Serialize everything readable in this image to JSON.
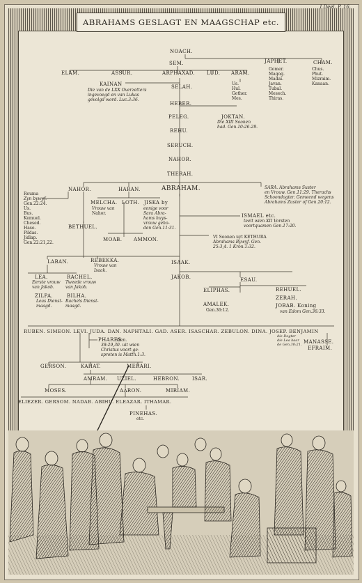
{
  "header": {
    "title": "ABRAHAMS GESLAGT EN MAAGSCHAP etc.",
    "volume": "I Deel. P. 16."
  },
  "tree": {
    "noach": "NOACH.",
    "sem": "SEM.",
    "japhet": "JAPHET.",
    "cham": "CHAM.",
    "elam": "ELAM.",
    "assur": "ASSUR.",
    "arphaxad": "ARPHAXAD.",
    "lud": "LUD.",
    "aram": "ARAM.",
    "japhet_sons": [
      "Gomer.",
      "Magog.",
      "Madai.",
      "Javan.",
      "Tubal.",
      "Mesech.",
      "Thiras."
    ],
    "cham_sons": [
      "Chus.",
      "Phut.",
      "Mizraim.",
      "Kanaan."
    ],
    "aram_sons": [
      "Us.",
      "Hul.",
      "Gether.",
      "Mes."
    ],
    "kainan": "KAINAN",
    "kainan_note": [
      "Die van de LXX Overzetters",
      "ingevoegd en van Lukas",
      "gevolgd word. Luc.3:36."
    ],
    "selah": "SELAH.",
    "heber": "HEBER.",
    "peleg": "PELEG.",
    "joktan": "JOKTAN.",
    "joktan_note": [
      "Die XIII Soonen",
      "had. Gen.10:26-29."
    ],
    "rehu": "REHU.",
    "seruch": "SERUCH.",
    "nahor1": "NAHOR.",
    "therah": "THERAH.",
    "nahor2": "NAHOR.",
    "haran": "HARAN.",
    "abraham": "ABRAHAM.",
    "reuma": [
      "Reuma",
      "Zyn bywyf.",
      "Gen.22:24.",
      "Us.",
      "Bus.",
      "Kemuel.",
      "Chesed.",
      "Haso.",
      "Pildas.",
      "Jidlap.",
      "Gen.22:21,22."
    ],
    "sara_note": [
      "SARA. Abrahams Suster",
      "en Vrouw. Gen.11:29. Therachs",
      "Schoondogter. Gemeend wegens",
      "Abrahams Zuster of Gen.20:12."
    ],
    "melcha": "MELCHA.",
    "melcha_note": [
      "Vrouw van",
      "Nahor."
    ],
    "loth": "LOTH.",
    "jiska": "JISKA by",
    "jiska_note": [
      "eenige voor",
      "Sara Abra-",
      "hams huys-",
      "vrouw geho-",
      "den Gen.11:31."
    ],
    "bethuel": "BETHUEL.",
    "ismael": "ISMAEL etc.",
    "ismael_note": [
      "teelt wien XII Vorsten",
      "voortquamen Gen.17:20."
    ],
    "moab": "MOAB.",
    "ammon": "AMMON.",
    "kethura": [
      "VI Soonen uyt KETHURA",
      "Abrahams Bywyf. Gen.",
      "25:3,4. 1 Kron.1:32."
    ],
    "laban": "LABAN.",
    "rebekka": "REBEKKA.",
    "rebekka_note": [
      "Vrouw van",
      "Isaak."
    ],
    "isaak": "ISAAK.",
    "lea": "LEA.",
    "lea_note": [
      "Eerste vrouw",
      "van Jakob."
    ],
    "rachel": "RACHEL.",
    "rachel_note": [
      "Tweede vrouw",
      "van Jakob."
    ],
    "jakob": "JAKOB.",
    "esau": "ESAU.",
    "zilpa": "ZILPA.",
    "zilpa_note": [
      "Leas Dienst-",
      "maagd."
    ],
    "bilha": "BILHA.",
    "bilha_note": [
      "Rachels Dienst-",
      "maagd."
    ],
    "eliphas": "ELIPHAS.",
    "amalek": "AMALEK.",
    "amalek_note": "Gen.36:12.",
    "rehuel": "REHUEL.",
    "zerah": "ZERAH.",
    "jobab": "JOBAB. Koning",
    "jobab_note": "van Edom Gen.36:33.",
    "tribes": "RUBEN. SIMEON. LEVI. JUDA. DAN. NAPHTALI. GAD. ASER. ISASCHAR. ZEBULON. DINA. JOSEP. BENJAMIN",
    "dina_note": [
      "die Dogter",
      "die Lea baar",
      "de Gen.30:21."
    ],
    "manasse": "MANASSE.",
    "efraim": "EFRAIM.",
    "phares": "PHARES.",
    "phares_note": [
      "Gen.",
      "38:29,30. uit wien",
      "Christus voort-ge-",
      "sproten is Matth.1:3."
    ],
    "gerson": "GERSON.",
    "kahat": "KAHAT.",
    "merari": "MERARI.",
    "amram": "AMRAM.",
    "uziel": "UZIEL.",
    "hebron": "HEBRON.",
    "isar": "ISAR.",
    "moses": "MOSES.",
    "aaron": "AARON.",
    "miriam": "MIRIAM.",
    "aaron_sons": "ELIEZER. GERSOM. NADAB. ABIHU. ELEAZAR. ITHAMAR.",
    "pinehas": "PINEHAS.",
    "etc": "etc."
  },
  "colors": {
    "paper": "#ece6d6",
    "ink": "#2a2620",
    "frame": "#cfc5ad"
  }
}
